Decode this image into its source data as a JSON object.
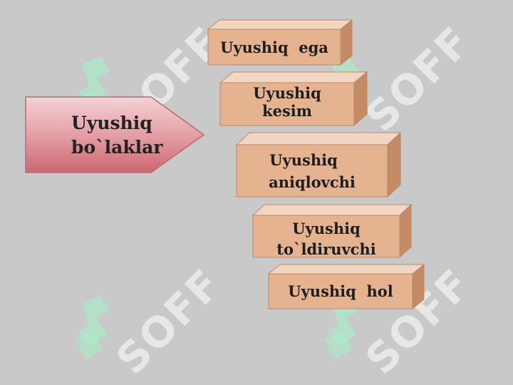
{
  "diagram": {
    "main": {
      "line1": "Uyushiq",
      "line2": "bo`laklar"
    },
    "boxes": [
      {
        "id": "ega",
        "text": "Uyushiq  ega"
      },
      {
        "id": "kesim",
        "line1": "Uyushiq",
        "line2": "kesim"
      },
      {
        "id": "aniqlovchi",
        "line1": "Uyushiq",
        "line2": "aniqlovchi"
      },
      {
        "id": "toldiruvchi",
        "line1": "Uyushiq",
        "line2": "to`ldiruvchi"
      },
      {
        "id": "hol",
        "text": "Uyushiq  hol"
      }
    ]
  },
  "watermark": {
    "text": "SOFF"
  },
  "colors": {
    "background": "#c9c9c9",
    "arrow_fill_top": "#f2c9cd",
    "arrow_fill_bottom": "#d2707a",
    "box_front": "#e6b48f",
    "box_top": "#f2d6bf",
    "box_side": "#c98f68"
  }
}
